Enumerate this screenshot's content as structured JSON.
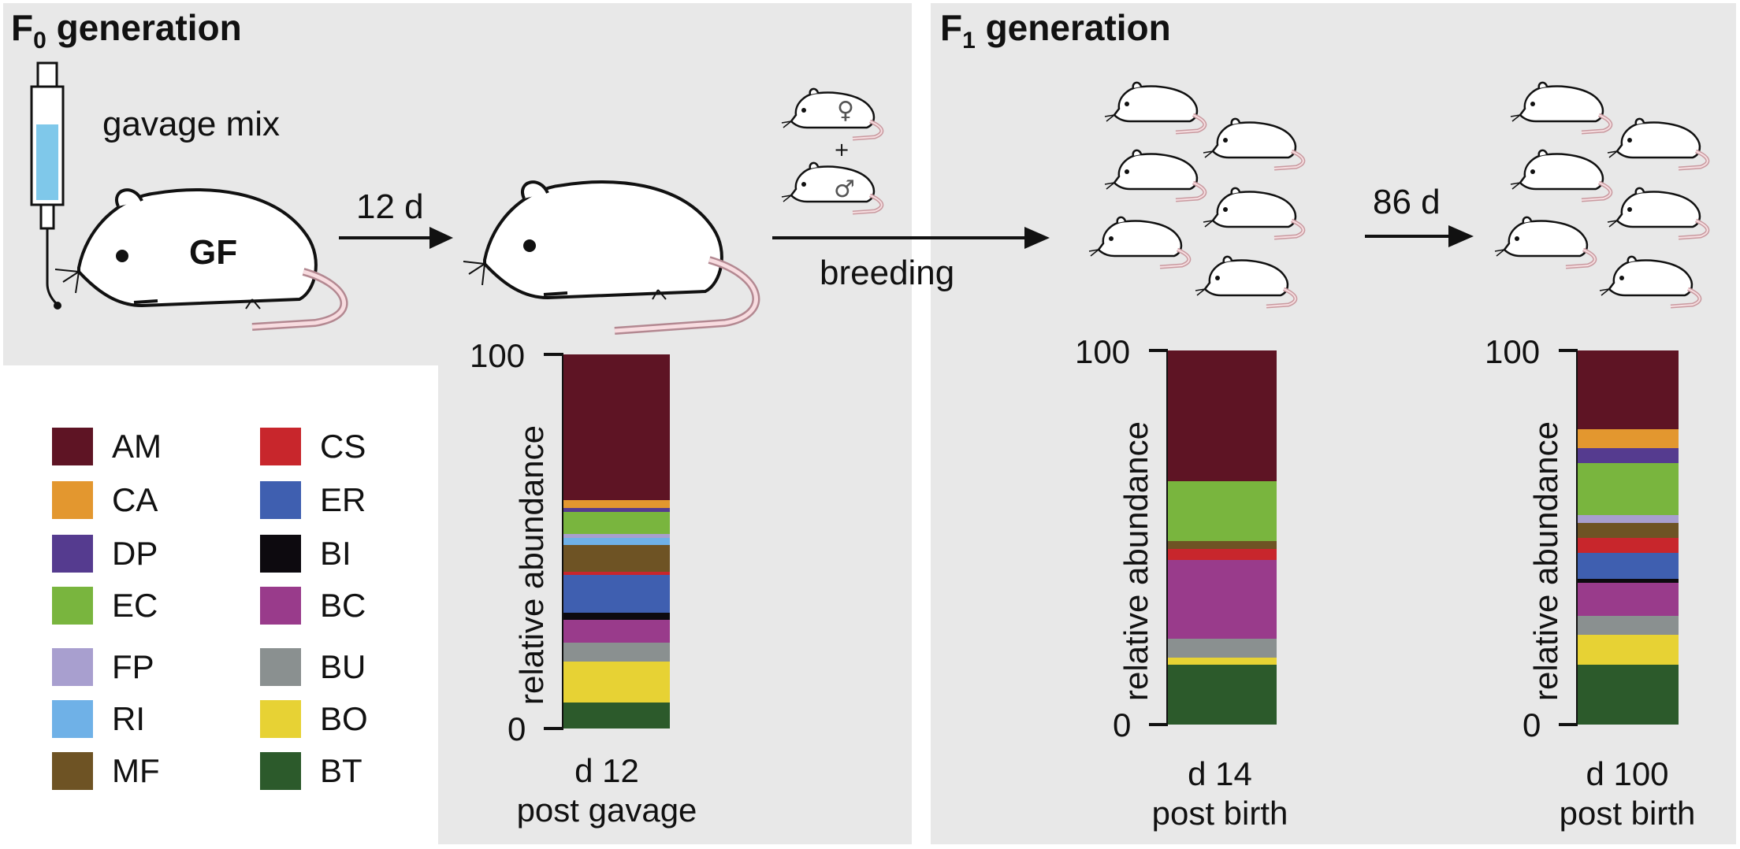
{
  "f0": {
    "title": "F",
    "sub": "0",
    "title_rest": " generation",
    "gavage_label": "gavage mix",
    "gf_label": "GF",
    "arrow_12d": "12 d",
    "breeding_label": "breeding"
  },
  "f1": {
    "title": "F",
    "sub": "1",
    "title_rest": " generation",
    "arrow_86d": "86 d"
  },
  "axis": {
    "ylabel": "relative abundance",
    "top": "100",
    "bottom": "0"
  },
  "legend": [
    {
      "code": "AM",
      "color": "#5e1424"
    },
    {
      "code": "CA",
      "color": "#e3972f"
    },
    {
      "code": "DP",
      "color": "#553b8f"
    },
    {
      "code": "EC",
      "color": "#79b53e"
    },
    {
      "code": "FP",
      "color": "#a89fcf"
    },
    {
      "code": "RI",
      "color": "#6fb1e7"
    },
    {
      "code": "MF",
      "color": "#6e5324"
    },
    {
      "code": "CS",
      "color": "#c8262c"
    },
    {
      "code": "ER",
      "color": "#3f5fb0"
    },
    {
      "code": "BI",
      "color": "#0d0a0f"
    },
    {
      "code": "BC",
      "color": "#993b8b"
    },
    {
      "code": "BU",
      "color": "#8a9090"
    },
    {
      "code": "BO",
      "color": "#e7d234"
    },
    {
      "code": "BT",
      "color": "#2c5a2b"
    }
  ],
  "chart_data": {
    "type": "bar",
    "stacked": true,
    "ylim": [
      0,
      100
    ],
    "ylabel": "relative abundance",
    "categories": [
      "d 12 post gavage",
      "d 14 post birth",
      "d 100 post birth"
    ],
    "captions": [
      {
        "line1": "d 12",
        "line2": "post gavage"
      },
      {
        "line1": "d 14",
        "line2": "post birth"
      },
      {
        "line1": "d 100",
        "line2": "post birth"
      }
    ],
    "series": [
      {
        "code": "BT",
        "values": [
          7,
          16,
          16
        ]
      },
      {
        "code": "BO",
        "values": [
          11,
          2,
          8
        ]
      },
      {
        "code": "BU",
        "values": [
          5,
          5,
          5
        ]
      },
      {
        "code": "BC",
        "values": [
          6,
          21,
          9
        ]
      },
      {
        "code": "BI",
        "values": [
          2,
          0,
          1
        ]
      },
      {
        "code": "ER",
        "values": [
          10,
          0,
          7
        ]
      },
      {
        "code": "CS",
        "values": [
          1,
          3,
          4
        ]
      },
      {
        "code": "MF",
        "values": [
          7,
          2,
          4
        ]
      },
      {
        "code": "RI",
        "values": [
          2,
          0,
          0
        ]
      },
      {
        "code": "FP",
        "values": [
          1,
          0,
          2
        ]
      },
      {
        "code": "EC",
        "values": [
          6,
          16,
          14
        ]
      },
      {
        "code": "DP",
        "values": [
          1,
          0,
          4
        ]
      },
      {
        "code": "CA",
        "values": [
          2,
          0,
          5
        ]
      },
      {
        "code": "AM",
        "values": [
          39,
          35,
          21
        ]
      }
    ]
  }
}
